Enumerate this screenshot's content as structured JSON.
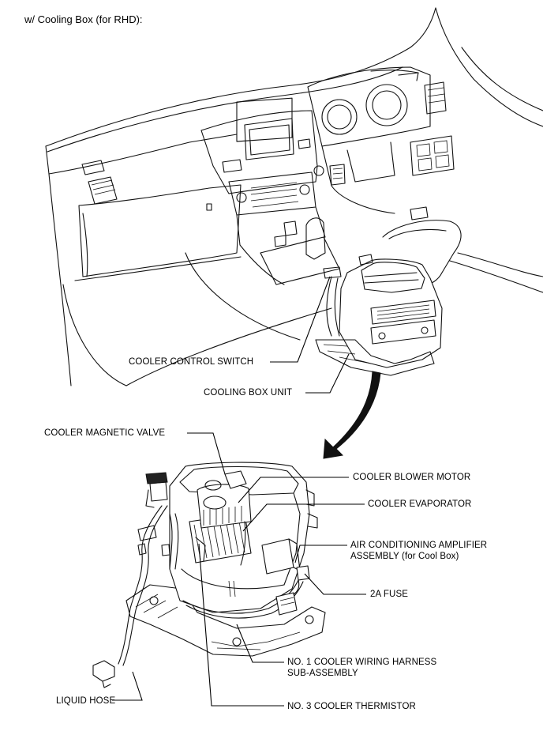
{
  "title": "w/ Cooling Box (for RHD):",
  "labels": {
    "cooler_control_switch": "COOLER CONTROL SWITCH",
    "cooling_box_unit": "COOLING BOX UNIT",
    "cooler_magnetic_valve": "COOLER MAGNETIC VALVE",
    "cooler_blower_motor": "COOLER BLOWER MOTOR",
    "cooler_evaporator": "COOLER EVAPORATOR",
    "ac_amplifier_line1": "AIR CONDITIONING AMPLIFIER",
    "ac_amplifier_line2": "ASSEMBLY (for Cool Box)",
    "fuse_2a": "2A FUSE",
    "harness_line1": "NO. 1 COOLER WIRING HARNESS",
    "harness_line2": "SUB-ASSEMBLY",
    "liquid_hose": "LIQUID HOSE",
    "thermistor": "NO. 3 COOLER THERMISTOR"
  },
  "colors": {
    "line": "#000000",
    "background": "#ffffff"
  }
}
